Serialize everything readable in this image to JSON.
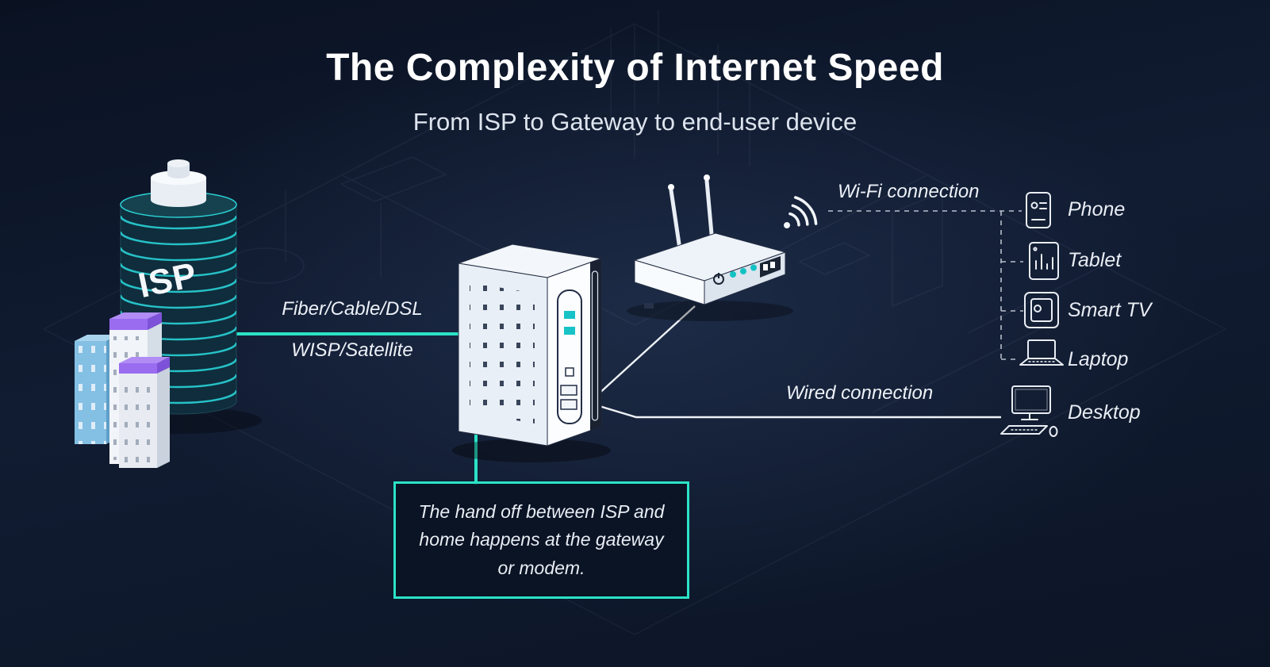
{
  "header": {
    "title": "The Complexity of Internet Speed",
    "subtitle": "From ISP to Gateway to end-user device"
  },
  "isp": {
    "label": "ISP"
  },
  "links": {
    "isp_gateway_top": "Fiber/Cable/DSL",
    "isp_gateway_bottom": "WISP/Satellite",
    "wifi": "Wi-Fi connection",
    "wired": "Wired connection"
  },
  "callout": {
    "text": "The hand off between ISP and home happens at the gateway or modem."
  },
  "devices": [
    {
      "id": "phone",
      "label": "Phone"
    },
    {
      "id": "tablet",
      "label": "Tablet"
    },
    {
      "id": "smart-tv",
      "label": "Smart TV"
    },
    {
      "id": "laptop",
      "label": "Laptop"
    },
    {
      "id": "desktop",
      "label": "Desktop"
    }
  ],
  "colors": {
    "accent_teal": "#2BE3C7",
    "accent_purple": "#9A6CF0",
    "background": "#0C1526",
    "text": "#FFFFFF"
  }
}
